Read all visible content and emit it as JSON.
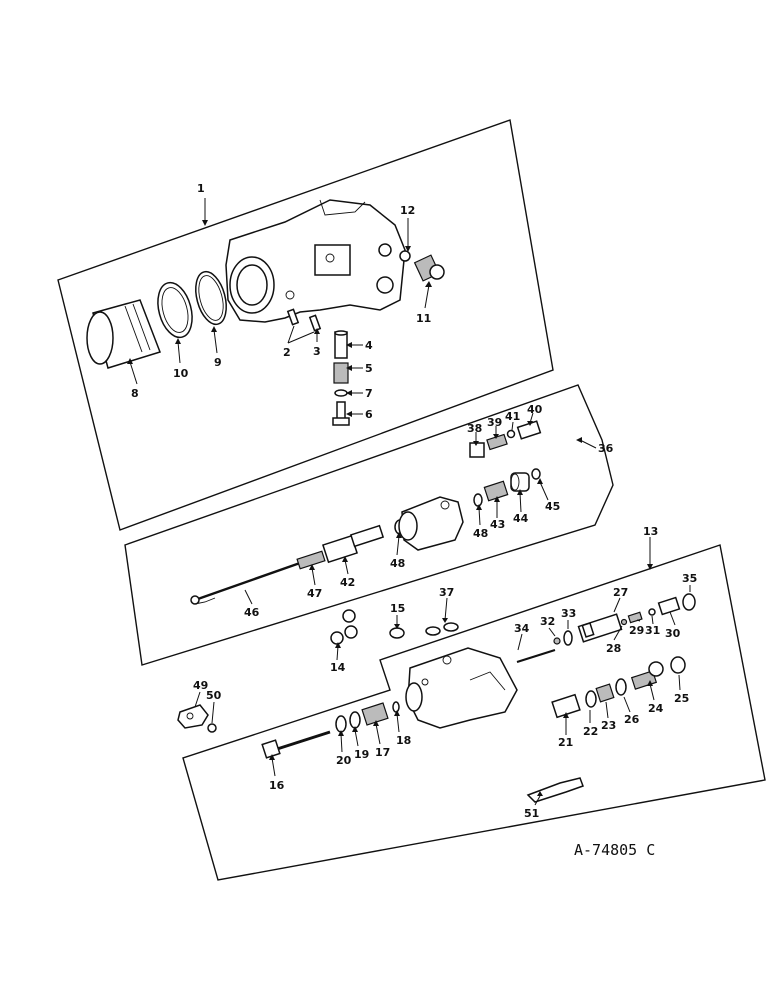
{
  "figure": {
    "reference_code": "A-74805 C"
  },
  "callouts": {
    "c1": "1",
    "c2": "2",
    "c3": "3",
    "c4": "4",
    "c5": "5",
    "c6": "6",
    "c7": "7",
    "c8": "8",
    "c9": "9",
    "c10": "10",
    "c11": "11",
    "c12": "12",
    "c13": "13",
    "c14": "14",
    "c15": "15",
    "c16": "16",
    "c17": "17",
    "c18": "18",
    "c19": "19",
    "c20": "20",
    "c21": "21",
    "c22": "22",
    "c23": "23",
    "c24": "24",
    "c25": "25",
    "c26": "26",
    "c27": "27",
    "c28": "28",
    "c29": "29",
    "c30": "30",
    "c31": "31",
    "c32": "32",
    "c33": "33",
    "c34": "34",
    "c35": "35",
    "c36": "36",
    "c37": "37",
    "c38": "38",
    "c39": "39",
    "c40": "40",
    "c41": "41",
    "c42": "42",
    "c43": "43",
    "c44": "44",
    "c45": "45",
    "c46": "46",
    "c47": "47",
    "c48a": "48",
    "c48b": "48",
    "c49": "49",
    "c50": "50",
    "c51": "51"
  }
}
